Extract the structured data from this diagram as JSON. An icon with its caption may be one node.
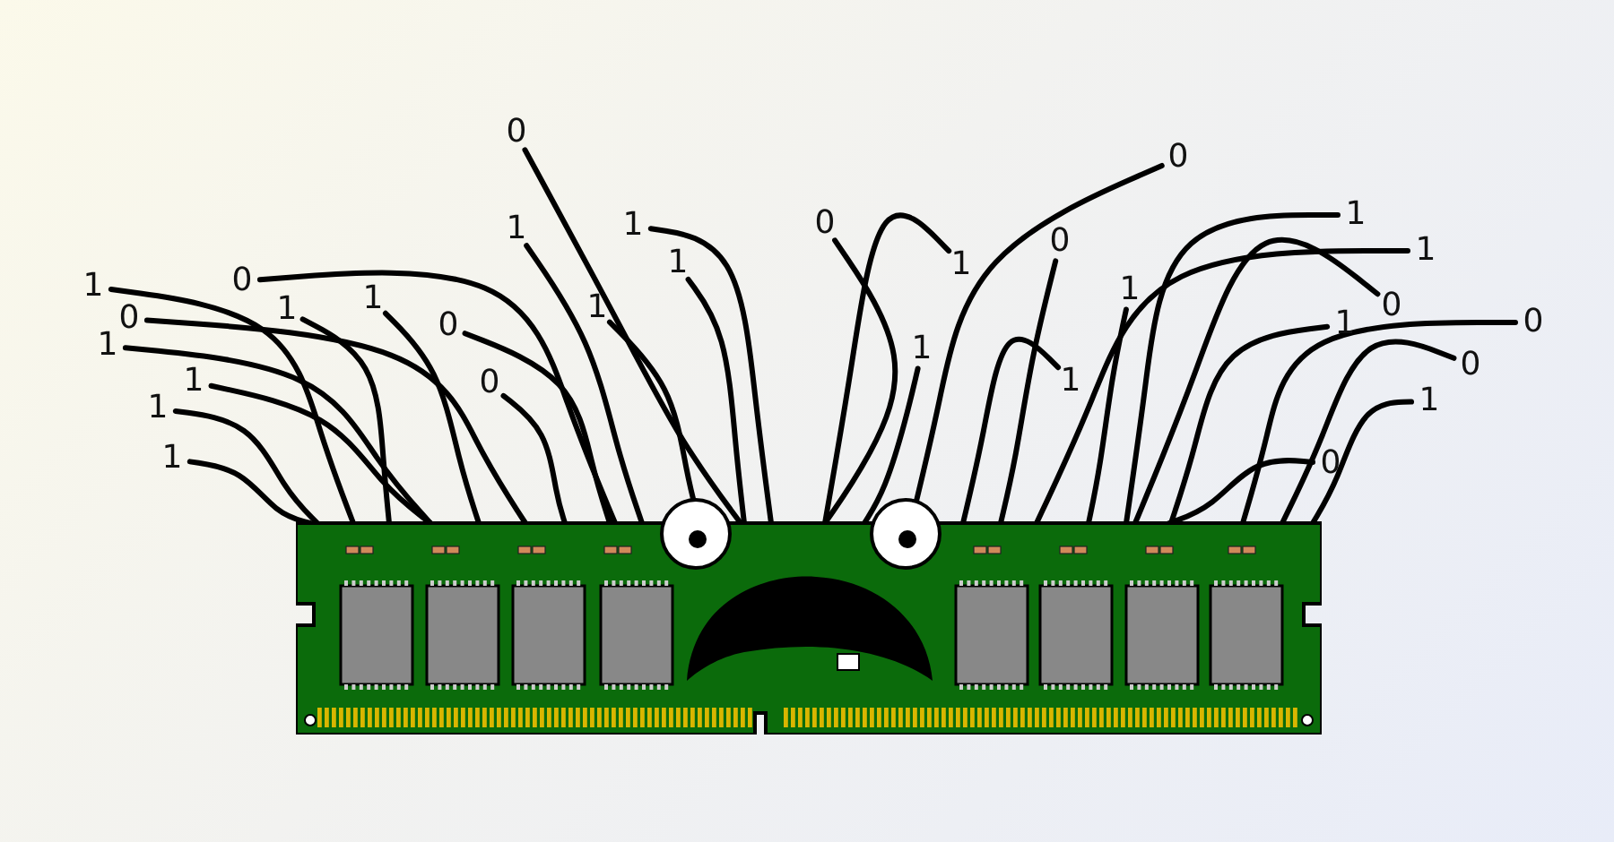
{
  "diagram": {
    "nodes": [
      {
        "text": [],
        "shape": "picture"
      },
      {
        "text": [
          "1"
        ]
      },
      {
        "text": [
          "0"
        ]
      },
      {
        "text": [
          "1"
        ]
      },
      {
        "text": [
          "0"
        ]
      },
      {
        "text": [
          "1"
        ]
      },
      {
        "text": [
          "1"
        ]
      },
      {
        "text": [
          "0"
        ]
      },
      {
        "text": [
          "1"
        ]
      },
      {
        "text": [
          "1"
        ]
      },
      {
        "text": [
          "1"
        ]
      },
      {
        "text": [
          "0"
        ]
      },
      {
        "text": [
          "1"
        ]
      },
      {
        "text": [
          "0"
        ]
      },
      {
        "text": [
          "1"
        ]
      },
      {
        "text": [
          "1"
        ]
      },
      {
        "text": [
          "1"
        ]
      },
      {
        "text": [
          "0"
        ]
      },
      {
        "text": [
          "1"
        ]
      },
      {
        "text": [
          "1"
        ]
      },
      {
        "text": [
          "0"
        ]
      },
      {
        "text": [
          "0"
        ]
      },
      {
        "text": [
          "1"
        ]
      },
      {
        "text": [
          "1"
        ]
      },
      {
        "text": [
          "1"
        ]
      },
      {
        "text": [
          "1"
        ]
      },
      {
        "text": [
          "0"
        ]
      },
      {
        "text": [
          "1"
        ]
      },
      {
        "text": [
          "0"
        ]
      },
      {
        "text": [
          "0"
        ]
      },
      {
        "text": [
          "1"
        ]
      },
      {
        "text": [
          "0"
        ]
      }
    ],
    "edges": [
      {
        "from": 1,
        "to": 0,
        "arrow": "none"
      },
      {
        "from": 2,
        "to": 0,
        "arrow": "none"
      },
      {
        "from": 3,
        "to": 0,
        "arrow": "none"
      },
      {
        "from": 4,
        "to": 0,
        "arrow": "none"
      },
      {
        "from": 5,
        "to": 0,
        "arrow": "none"
      },
      {
        "from": 6,
        "to": 0,
        "arrow": "none"
      },
      {
        "from": 7,
        "to": 0,
        "arrow": "none"
      },
      {
        "from": 8,
        "to": 0,
        "arrow": "none"
      },
      {
        "from": 9,
        "to": 0,
        "arrow": "none"
      },
      {
        "from": 10,
        "to": 0,
        "arrow": "none"
      },
      {
        "from": 11,
        "to": 0,
        "arrow": "none"
      },
      {
        "from": 12,
        "to": 0,
        "arrow": "none"
      },
      {
        "from": 13,
        "to": 0,
        "arrow": "none"
      },
      {
        "from": 14,
        "to": 0,
        "arrow": "none"
      },
      {
        "from": 15,
        "to": 0,
        "arrow": "none"
      },
      {
        "from": 16,
        "to": 0,
        "arrow": "none"
      },
      {
        "from": 17,
        "to": 0,
        "arrow": "none"
      },
      {
        "from": 18,
        "to": 0,
        "arrow": "none"
      },
      {
        "from": 19,
        "to": 0,
        "arrow": "none"
      },
      {
        "from": 20,
        "to": 0,
        "arrow": "none"
      },
      {
        "from": 21,
        "to": 0,
        "arrow": "none"
      },
      {
        "from": 22,
        "to": 0,
        "arrow": "none"
      },
      {
        "from": 23,
        "to": 0,
        "arrow": "none"
      },
      {
        "from": 24,
        "to": 0,
        "arrow": "none"
      },
      {
        "from": 25,
        "to": 0,
        "arrow": "none"
      },
      {
        "from": 26,
        "to": 0,
        "arrow": "none"
      },
      {
        "from": 27,
        "to": 0,
        "arrow": "none"
      },
      {
        "from": 28,
        "to": 0,
        "arrow": "none"
      },
      {
        "from": 29,
        "to": 0,
        "arrow": "none"
      },
      {
        "from": 30,
        "to": 0,
        "arrow": "none"
      },
      {
        "from": 31,
        "to": 0,
        "arrow": "none"
      }
    ]
  }
}
